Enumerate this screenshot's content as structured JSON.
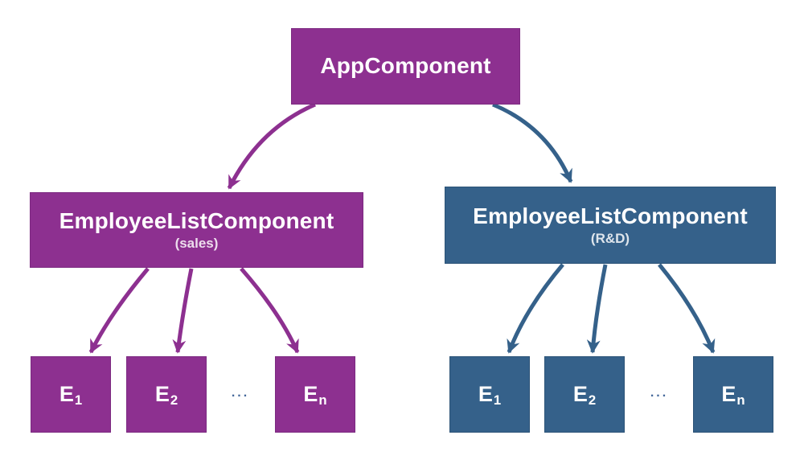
{
  "diagram": {
    "root": {
      "label": "AppComponent"
    },
    "sales": {
      "label": "EmployeeListComponent",
      "sublabel": "(sales)"
    },
    "rnd": {
      "label": "EmployeeListComponent",
      "sublabel": "(R&D)"
    },
    "sales_children": [
      {
        "base": "E",
        "sub": "1"
      },
      {
        "base": "E",
        "sub": "2"
      },
      {
        "base": "E",
        "sub": "n"
      }
    ],
    "rnd_children": [
      {
        "base": "E",
        "sub": "1"
      },
      {
        "base": "E",
        "sub": "2"
      },
      {
        "base": "E",
        "sub": "n"
      }
    ],
    "sales_ellipsis": "...",
    "rnd_ellipsis": "..."
  },
  "colors": {
    "purple": "#8d3090",
    "purple_border": "#7c2a81",
    "blue": "#35618a",
    "blue_border": "#2c5377",
    "label_text": "#ffffff",
    "ellipsis": "#44689a",
    "background": "#ffffff"
  }
}
